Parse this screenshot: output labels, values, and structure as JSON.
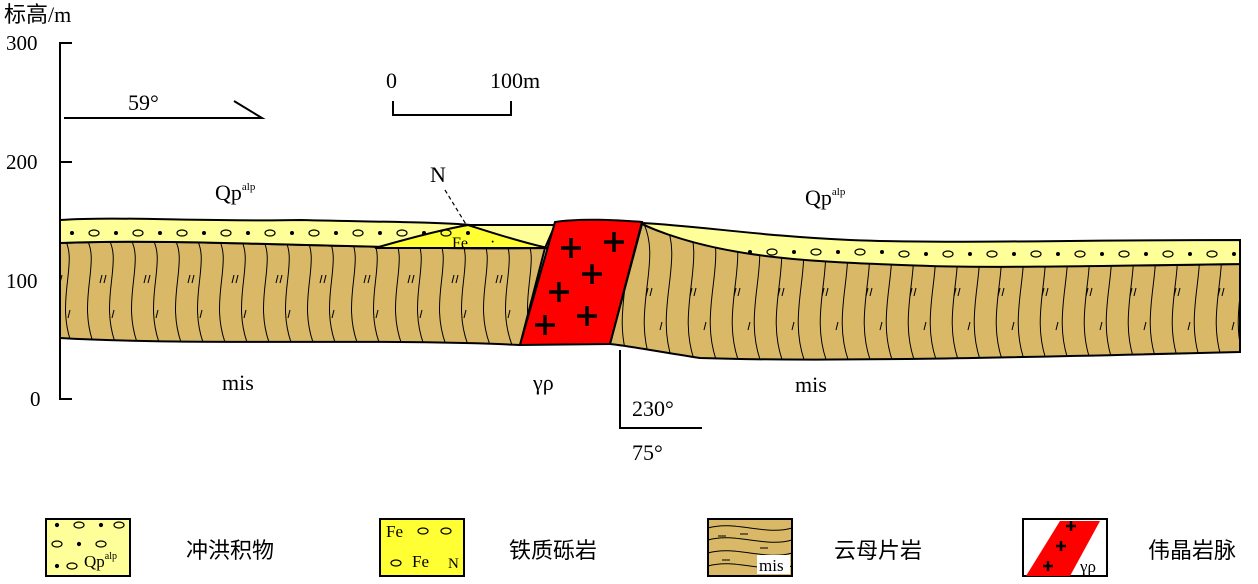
{
  "axis": {
    "label": "标高/m",
    "ticks": [
      "300",
      "200",
      "100",
      "0"
    ]
  },
  "direction_left": {
    "angle": "59°"
  },
  "direction_right": {
    "azimuth": "230°",
    "dip": "75°"
  },
  "scale": {
    "start": "0",
    "end": "100m"
  },
  "units": {
    "qp_main": "Qp",
    "qp_sup": "alp",
    "n_label": "N",
    "fe_label": "Fe",
    "mis_label": "mis",
    "gamma_rho": "γρ"
  },
  "legend": [
    {
      "name": "冲洪积物",
      "code": "Qp",
      "code_sup": "alp"
    },
    {
      "name": "铁质砾岩",
      "code": "Fe",
      "code2": "Fe",
      "code3": "N"
    },
    {
      "name": "云母片岩",
      "code": "mis"
    },
    {
      "name": "伟晶岩脉",
      "code": "γρ"
    }
  ],
  "colors": {
    "sediment_yellow": "#FFFF99",
    "iron_yellow": "#FFFF33",
    "schist_tan": "#D9B968",
    "pegmatite_red": "#FF0000"
  }
}
